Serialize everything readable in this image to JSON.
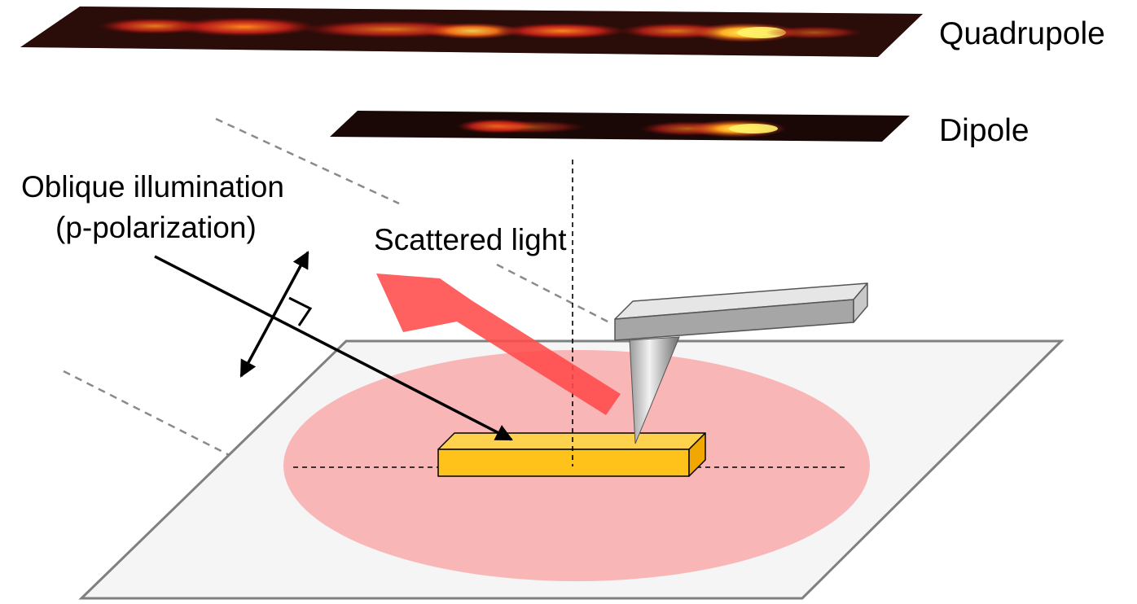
{
  "labels": {
    "quadrupole": "Quadrupole",
    "dipole": "Dipole",
    "illumination_line1": "Oblique illumination",
    "illumination_line2": "(p-polarization)",
    "scattered": "Scattered light"
  },
  "colors": {
    "substrate_fill": "#f5f5f5",
    "substrate_stroke": "#808080",
    "spot": "#f8b6b6",
    "scatter_arrow": "#ff4a4a",
    "nanorod_top": "#ffd24d",
    "nanorod_front": "#ffc21a",
    "nanorod_end": "#f0a800",
    "cantilever_top": "#e6e6e6",
    "cantilever_front": "#a6a6a6",
    "cantilever_end": "#c8c8c8",
    "map_background": "#1a0807",
    "map_hot": "#fff36b",
    "map_warm": "#ff7a18",
    "map_cool": "#d8241c",
    "axis_line": "#000000",
    "guide_line": "#8a8a8a"
  }
}
